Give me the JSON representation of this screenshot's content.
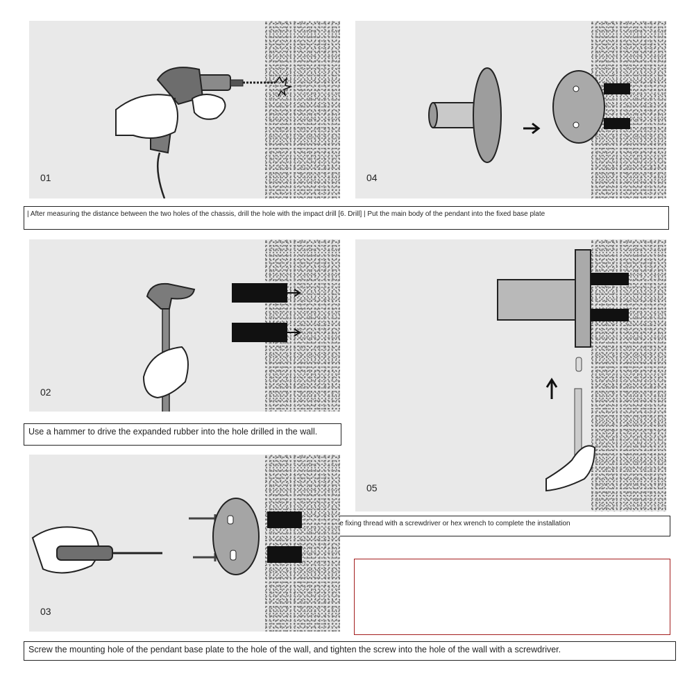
{
  "steps": {
    "s1": {
      "number": "01"
    },
    "s2": {
      "number": "02"
    },
    "s3": {
      "number": "03"
    },
    "s4": {
      "number": "04"
    },
    "s5": {
      "number": "05"
    }
  },
  "captions": {
    "row1": "| After measuring the distance between the two holes of the chassis, drill the hole with the impact drill [6. Drill] | Put the main body of the pendant into the fixed base plate",
    "row2": "Use a hammer to drive the expanded rubber into the hole drilled in the wall.",
    "row3": "or | tighten the fixing thread with a screwdriver or hex wrench to complete the installation",
    "row4": "Screw the mounting hole of the pendant base plate to the hole of the wall, and tighten the screw into the hole of the wall with a screwdriver."
  }
}
